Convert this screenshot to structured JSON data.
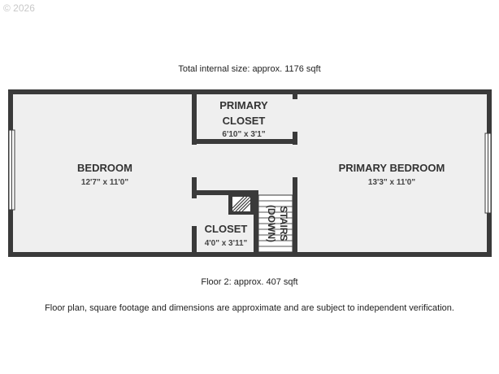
{
  "copyright": "© 2026",
  "total_size": "Total internal size: approx. 1176 sqft",
  "floor_size": "Floor 2: approx. 407 sqft",
  "disclaimer": "Floor plan, square footage and dimensions are approximate and are subject to independent verification.",
  "rooms": {
    "bedroom": {
      "name": "BEDROOM",
      "dims": "12'7\" x 11'0\""
    },
    "primary_closet": {
      "name_line1": "PRIMARY",
      "name_line2": "CLOSET",
      "dims": "6'10\" x 3'1\""
    },
    "primary_bedroom": {
      "name": "PRIMARY BEDROOM",
      "dims": "13'3\" x 11'0\""
    },
    "closet": {
      "name": "CLOSET",
      "dims": "4'0\" x 3'11\""
    },
    "stairs": {
      "line1": "STAIRS",
      "line2": "(DOWN)"
    }
  },
  "colors": {
    "wall": "#3a3a3a",
    "floor": "#efefef",
    "window": "#ffffff"
  }
}
